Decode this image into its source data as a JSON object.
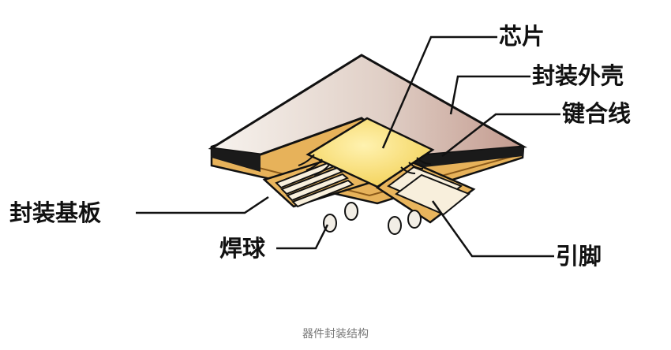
{
  "labels": {
    "chip": "芯片",
    "shell": "封装外壳",
    "bond_wire": "键合线",
    "substrate": "封装基板",
    "solder_ball": "焊球",
    "lead": "引脚"
  },
  "caption": "器件封装结构",
  "colors": {
    "chip": "#f6d860",
    "substrate": "#e7b25a",
    "shell_top": "#f6f1ea",
    "shell_side": "#c49d92",
    "outline": "#111111"
  }
}
